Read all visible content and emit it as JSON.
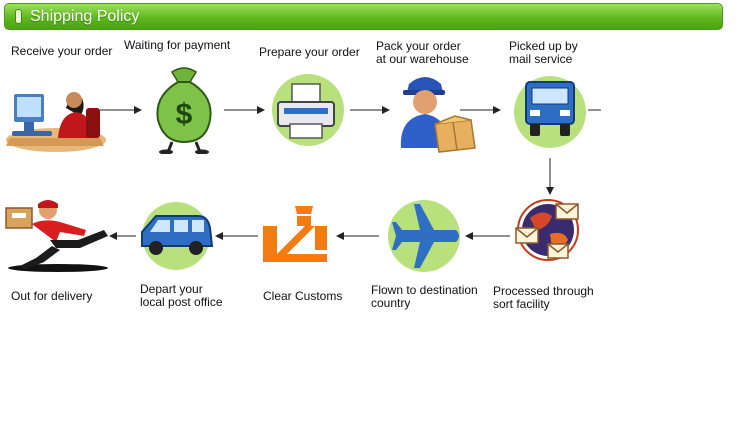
{
  "header": {
    "title": "Shipping Policy"
  },
  "steps": [
    {
      "id": "receive",
      "lines": [
        "Receive your order"
      ]
    },
    {
      "id": "payment",
      "lines": [
        "Waiting for payment"
      ]
    },
    {
      "id": "prepare",
      "lines": [
        "Prepare your order"
      ]
    },
    {
      "id": "pack",
      "lines": [
        "Pack your order",
        "at our warehouse"
      ]
    },
    {
      "id": "pickup",
      "lines": [
        "Picked up by",
        "mail service"
      ]
    },
    {
      "id": "sort",
      "lines": [
        "Processed through",
        "sort facility"
      ]
    },
    {
      "id": "flown",
      "lines": [
        "Flown to destination",
        "country"
      ]
    },
    {
      "id": "customs",
      "lines": [
        "Clear Customs"
      ]
    },
    {
      "id": "depart",
      "lines": [
        "Depart your",
        "local post office"
      ]
    },
    {
      "id": "delivery",
      "lines": [
        "Out for delivery"
      ]
    }
  ],
  "colors": {
    "header_green": "#5fb81e",
    "icon_circle_green": "#b8e07c",
    "customs_orange": "#f07c12",
    "arrow": "#222222"
  },
  "icons": [
    "computer-operator-icon",
    "money-bag-icon",
    "printer-icon",
    "warehouse-worker-icon",
    "mail-truck-icon",
    "mail-globe-icon",
    "airplane-icon",
    "customs-officer-icon",
    "car-icon",
    "delivery-runner-icon"
  ]
}
